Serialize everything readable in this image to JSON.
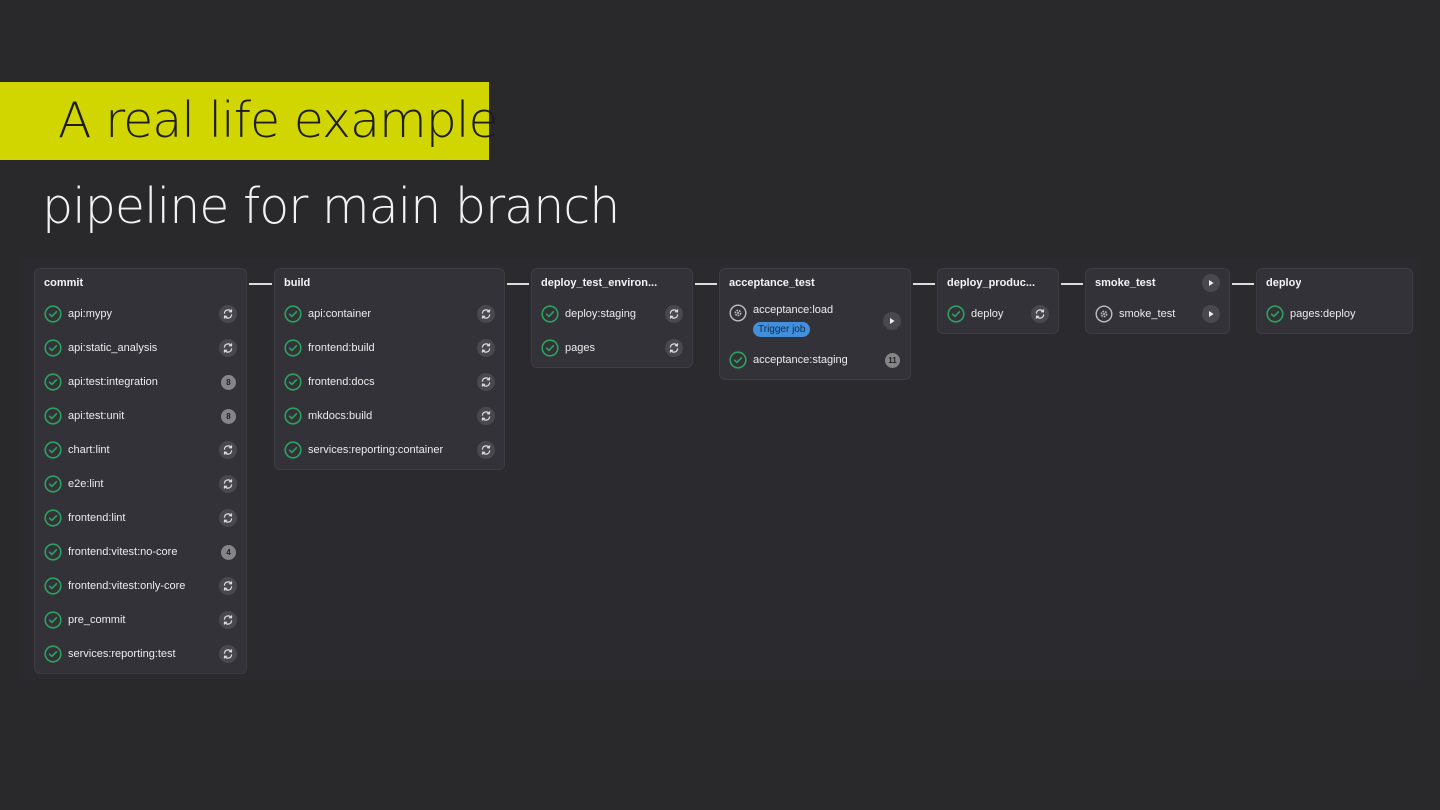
{
  "slide": {
    "title": "A real life example",
    "subtitle": "pipeline for main branch"
  },
  "colors": {
    "banner": "#d2d600",
    "background": "#29282b",
    "stage_bg": "#333238",
    "success": "#2da160",
    "manual_badge": "#428fdc"
  },
  "pipeline": {
    "stages": [
      {
        "name": "commit",
        "jobs": [
          {
            "name": "api:mypy",
            "status": "success",
            "action": "retry-icon"
          },
          {
            "name": "api:static_analysis",
            "status": "success",
            "action": "retry-icon"
          },
          {
            "name": "api:test:integration",
            "status": "success",
            "action": "count",
            "count": "8"
          },
          {
            "name": "api:test:unit",
            "status": "success",
            "action": "count",
            "count": "8"
          },
          {
            "name": "chart:lint",
            "status": "success",
            "action": "retry-icon"
          },
          {
            "name": "e2e:lint",
            "status": "success",
            "action": "retry-icon"
          },
          {
            "name": "frontend:lint",
            "status": "success",
            "action": "retry-icon"
          },
          {
            "name": "frontend:vitest:no-core",
            "status": "success",
            "action": "count",
            "count": "4"
          },
          {
            "name": "frontend:vitest:only-core",
            "status": "success",
            "action": "retry-icon"
          },
          {
            "name": "pre_commit",
            "status": "success",
            "action": "retry-icon"
          },
          {
            "name": "services:reporting:test",
            "status": "success",
            "action": "retry-icon"
          }
        ]
      },
      {
        "name": "build",
        "jobs": [
          {
            "name": "api:container",
            "status": "success",
            "action": "retry-icon"
          },
          {
            "name": "frontend:build",
            "status": "success",
            "action": "retry-icon"
          },
          {
            "name": "frontend:docs",
            "status": "success",
            "action": "retry-icon"
          },
          {
            "name": "mkdocs:build",
            "status": "success",
            "action": "retry-icon"
          },
          {
            "name": "services:reporting:container",
            "status": "success",
            "action": "retry-icon"
          }
        ]
      },
      {
        "name": "deploy_test_environ...",
        "jobs": [
          {
            "name": "deploy:staging",
            "status": "success",
            "action": "retry-icon"
          },
          {
            "name": "pages",
            "status": "success",
            "action": "retry-icon"
          }
        ]
      },
      {
        "name": "acceptance_test",
        "jobs": [
          {
            "name": "acceptance:load",
            "status": "manual",
            "action": "play-icon",
            "badge": "Trigger job"
          },
          {
            "name": "acceptance:staging",
            "status": "success",
            "action": "count",
            "count": "11"
          }
        ]
      },
      {
        "name": "deploy_produc...",
        "jobs": [
          {
            "name": "deploy",
            "status": "success",
            "action": "retry-icon"
          }
        ]
      },
      {
        "name": "smoke_test",
        "header_action": "play-icon",
        "jobs": [
          {
            "name": "smoke_test",
            "status": "manual",
            "action": "play-icon"
          }
        ]
      },
      {
        "name": "deploy",
        "jobs": [
          {
            "name": "pages:deploy",
            "status": "success",
            "action": "none"
          }
        ]
      }
    ]
  }
}
